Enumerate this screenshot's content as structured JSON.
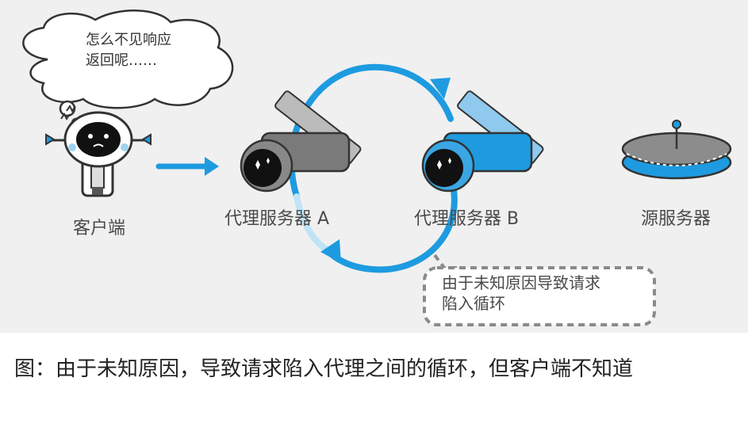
{
  "thought_bubble": {
    "line1": "怎么不见响应",
    "line2": "返回呢……"
  },
  "nodes": {
    "client": "客户端",
    "proxy_a": "代理服务器 A",
    "proxy_b": "代理服务器 B",
    "origin": "源服务器"
  },
  "note": {
    "line1": "由于未知原因导致请求",
    "line2": "陷入循环"
  },
  "caption": "图：由于未知原因，导致请求陷入代理之间的循环，但客户端不知道",
  "colors": {
    "arrow_blue": "#1e9be0",
    "panel_bg": "#f0f0f0",
    "note_border": "#8a8a8a"
  }
}
